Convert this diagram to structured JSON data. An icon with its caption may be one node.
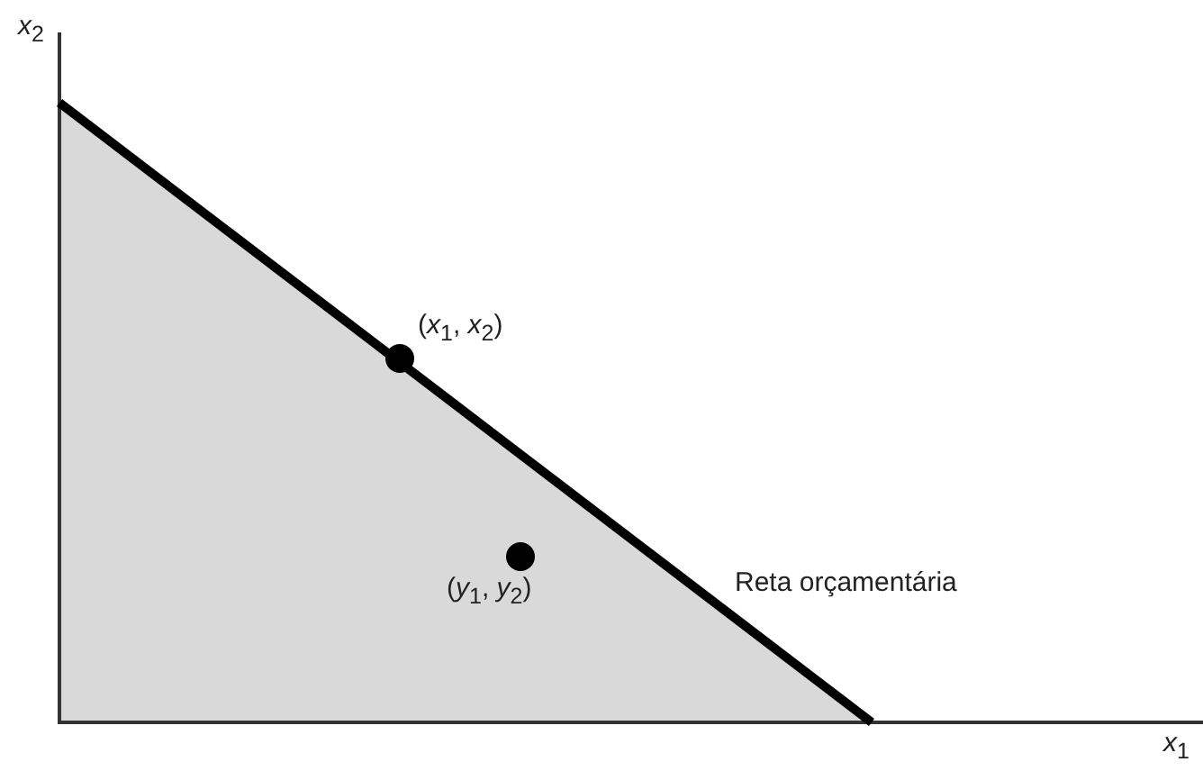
{
  "diagram": {
    "labels": [
      "*x*$_{2}$",
      "(*x*$_{1}$, *x*$_{2}$)",
      "Reta orçamentária",
      "(*y*$_{1}$, *y*$_{2}$)",
      "*x*$_{1}$"
    ]
  }
}
